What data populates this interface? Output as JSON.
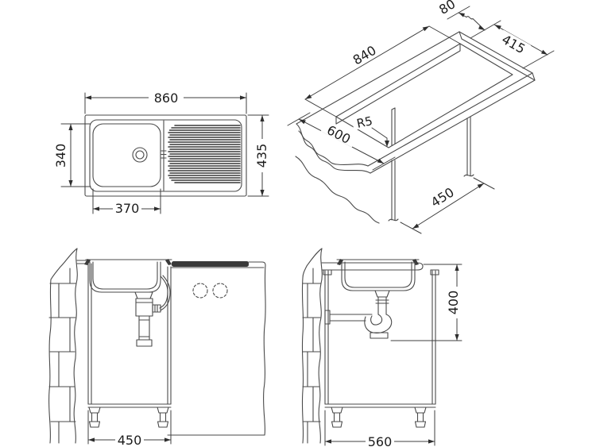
{
  "colors": {
    "background": "#ffffff",
    "line": "#4a4a4a",
    "dark": "#3a3a3a",
    "text": "#1c1c1c"
  },
  "views": {
    "top_view": {
      "dims": {
        "overall_width": "860",
        "overall_depth": "435",
        "bowl_width": "370",
        "bowl_depth": "340"
      }
    },
    "cutout_view": {
      "dims": {
        "cutout_length": "840",
        "edge_distance": "80",
        "cutout_width": "415",
        "corner_radius": "R5",
        "worktop_depth": "600",
        "cabinet_inner_width": "450"
      }
    },
    "front_view": {
      "dims": {
        "cabinet_width": "450"
      }
    },
    "side_view": {
      "dims": {
        "drain_height": "400",
        "cabinet_depth": "560"
      }
    }
  }
}
